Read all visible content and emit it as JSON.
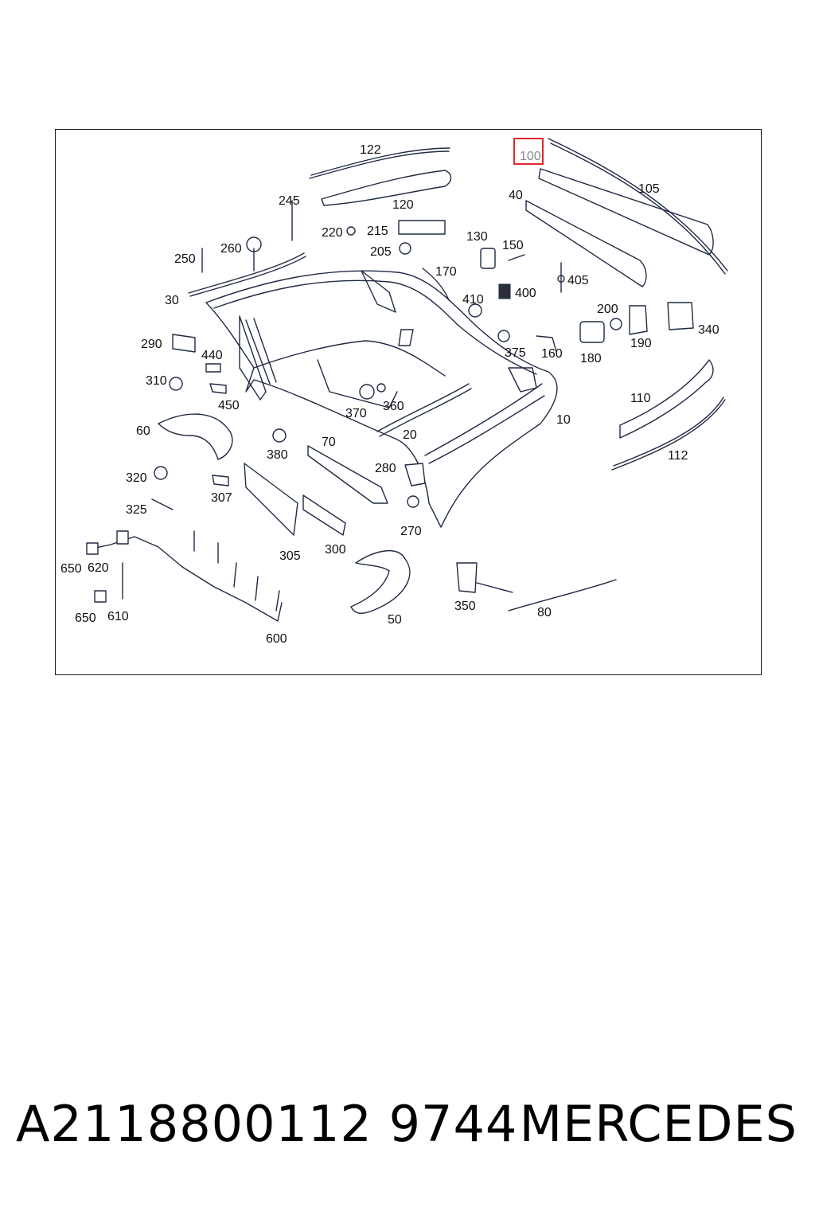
{
  "diagram": {
    "highlight_color": "#e0262b",
    "highlighted_part": "100",
    "callouts": {
      "c10": "10",
      "c20": "20",
      "c30": "30",
      "c40": "40",
      "c50": "50",
      "c60": "60",
      "c70": "70",
      "c80": "80",
      "c100": "100",
      "c105": "105",
      "c110": "110",
      "c112": "112",
      "c120": "120",
      "c122": "122",
      "c130": "130",
      "c150": "150",
      "c160": "160",
      "c170": "170",
      "c180": "180",
      "c190": "190",
      "c200": "200",
      "c205": "205",
      "c215": "215",
      "c220": "220",
      "c245": "245",
      "c250": "250",
      "c260": "260",
      "c270": "270",
      "c280": "280",
      "c290": "290",
      "c300": "300",
      "c305": "305",
      "c307": "307",
      "c310": "310",
      "c320": "320",
      "c325": "325",
      "c340": "340",
      "c350": "350",
      "c360": "360",
      "c370": "370",
      "c375": "375",
      "c380": "380",
      "c400": "400",
      "c405": "405",
      "c410": "410",
      "c440": "440",
      "c450": "450",
      "c600": "600",
      "c610": "610",
      "c620": "620",
      "c650a": "650",
      "c650b": "650"
    }
  },
  "footer": {
    "part_number": "A2118800112 9744",
    "brand": "MERCEDES"
  }
}
